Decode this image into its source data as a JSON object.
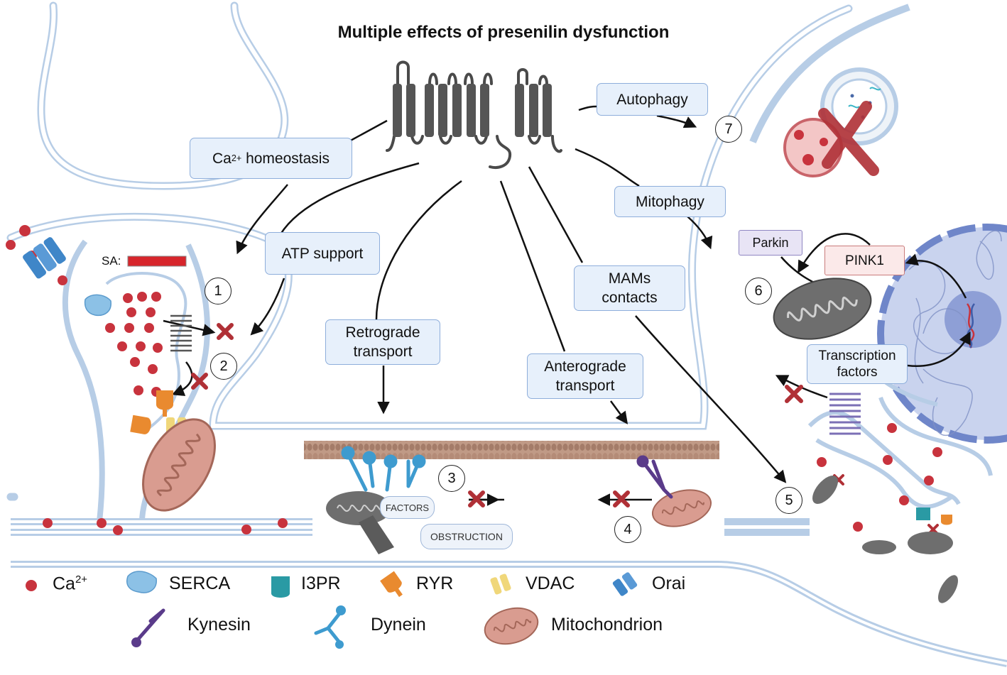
{
  "title": "Multiple effects of presenilin dysfunction",
  "labels": {
    "ca_homeostasis_pre": "Ca",
    "ca_homeostasis_sup": "2+",
    "ca_homeostasis_post": " homeostasis",
    "atp_support": "ATP support",
    "retrograde_line1": "Retrograde",
    "retrograde_line2": "transport",
    "anterograde_line1": "Anterograde",
    "anterograde_line2": "transport",
    "mams_line1": "MAMs",
    "mams_line2": "contacts",
    "autophagy": "Autophagy",
    "mitophagy": "Mitophagy",
    "parkin": "Parkin",
    "pink1": "PINK1",
    "transcription_line1": "Transcription",
    "transcription_line2": "factors",
    "sa": "SA:",
    "factors": "FACTORS",
    "obstruction": "OBSTRUCTION"
  },
  "numbers": [
    "1",
    "2",
    "3",
    "4",
    "5",
    "6",
    "7"
  ],
  "legend": {
    "ca_pre": "Ca",
    "ca_sup": "2+",
    "serca": "SERCA",
    "i3pr": "I3PR",
    "ryr": "RYR",
    "vdac": "VDAC",
    "orai": "Orai",
    "kynesin": "Kynesin",
    "dynein": "Dynein",
    "mitochondrion": "Mitochondrion"
  },
  "colors": {
    "calcium": "#c8333d",
    "membrane": "#b7cde6",
    "box_fill": "#e7f0fb",
    "box_border": "#8eaedb",
    "presenilin": "#555555",
    "mito": "#d99c90",
    "mito_gray": "#6e6e6e",
    "microtubule": "#b08a76",
    "nucleus": "#aab8e0",
    "cross": "#b03036",
    "serca": "#7fb4dd",
    "i3pr": "#2a9aa4",
    "ryr": "#e98a2f",
    "vdac": "#f0d77a",
    "orai": "#3f86c8",
    "kynesin": "#5a3b8a",
    "dynein": "#3e9bcf"
  }
}
